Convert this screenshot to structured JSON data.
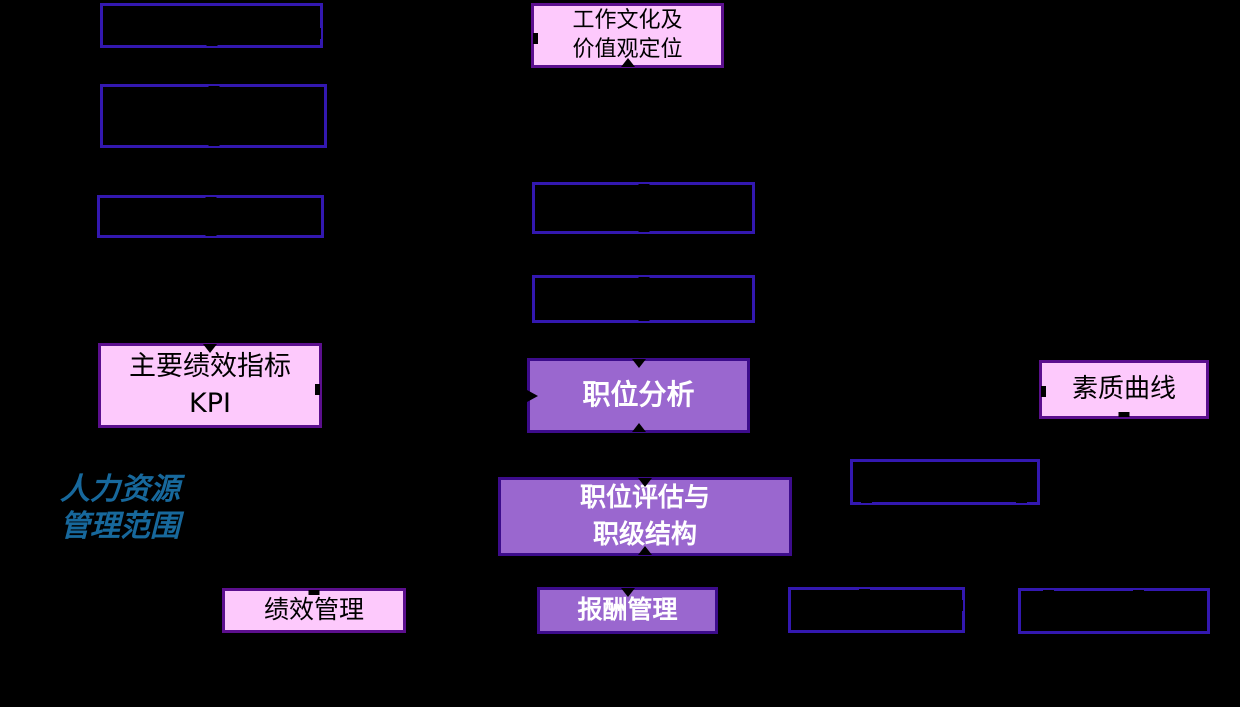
{
  "colors": {
    "background": "#000000",
    "empty_box_border": "#3318B0",
    "pink_fill": "#FDC9FC",
    "pink_border": "#5C0F8E",
    "purple_fill": "#9A67CF",
    "purple_border": "#3D0C8C",
    "white_text": "#FFFFFF",
    "black_text": "#000000",
    "scope_text": "#17689C"
  },
  "nodes": {
    "culture": {
      "line1": "工作文化及",
      "line2": "价值观定位"
    },
    "kpi": {
      "line1": "主要绩效指标",
      "line2": "KPI"
    },
    "job_analysis": {
      "label": "职位分析"
    },
    "quality_curve": {
      "label": "素质曲线"
    },
    "evaluation": {
      "line1": "职位评估与",
      "line2": "职级结构"
    },
    "performance": {
      "label": "绩效管理"
    },
    "compensation": {
      "label": "报酬管理"
    },
    "hr_scope": {
      "line1": "人力资源",
      "line2": "管理范围"
    }
  }
}
